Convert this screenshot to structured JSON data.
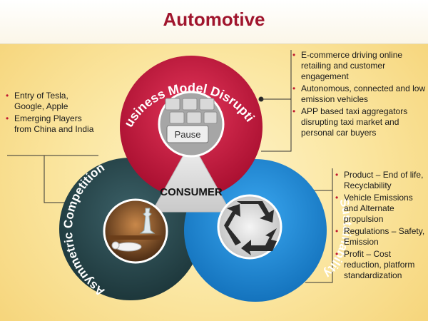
{
  "title": "Automotive",
  "center_label": "CONSUMER",
  "circles": {
    "top": {
      "label": "Business Model Disruption",
      "color": "#c6153b",
      "icon": "keyboard-pause-key-image",
      "key_label": "Pause"
    },
    "left": {
      "label": "Asymmetric Competition",
      "color": "#27474c",
      "icon": "chess-pieces-image"
    },
    "right": {
      "label": "Sustainability",
      "color": "#1d8ad8",
      "icon": "recycle-symbol-image"
    }
  },
  "bullets": {
    "left": [
      "Entry of Tesla, Google, Apple",
      "Emerging Players from China and India"
    ],
    "top_right": [
      "E-commerce driving online retailing and customer engagement",
      "Autonomous, connected and low emission vehicles",
      "APP based taxi aggregators disrupting taxi market and personal car buyers"
    ],
    "bottom_right": [
      "Product – End of life, Recyclability",
      "Vehicle Emissions and Alternate propulsion",
      "Regulations – Safety, Emission",
      "Profit – Cost reduction, platform standardization"
    ]
  },
  "colors": {
    "title": "#a0152d",
    "bullet": "#c0182f",
    "center_triangle": "#dcdcdc"
  }
}
